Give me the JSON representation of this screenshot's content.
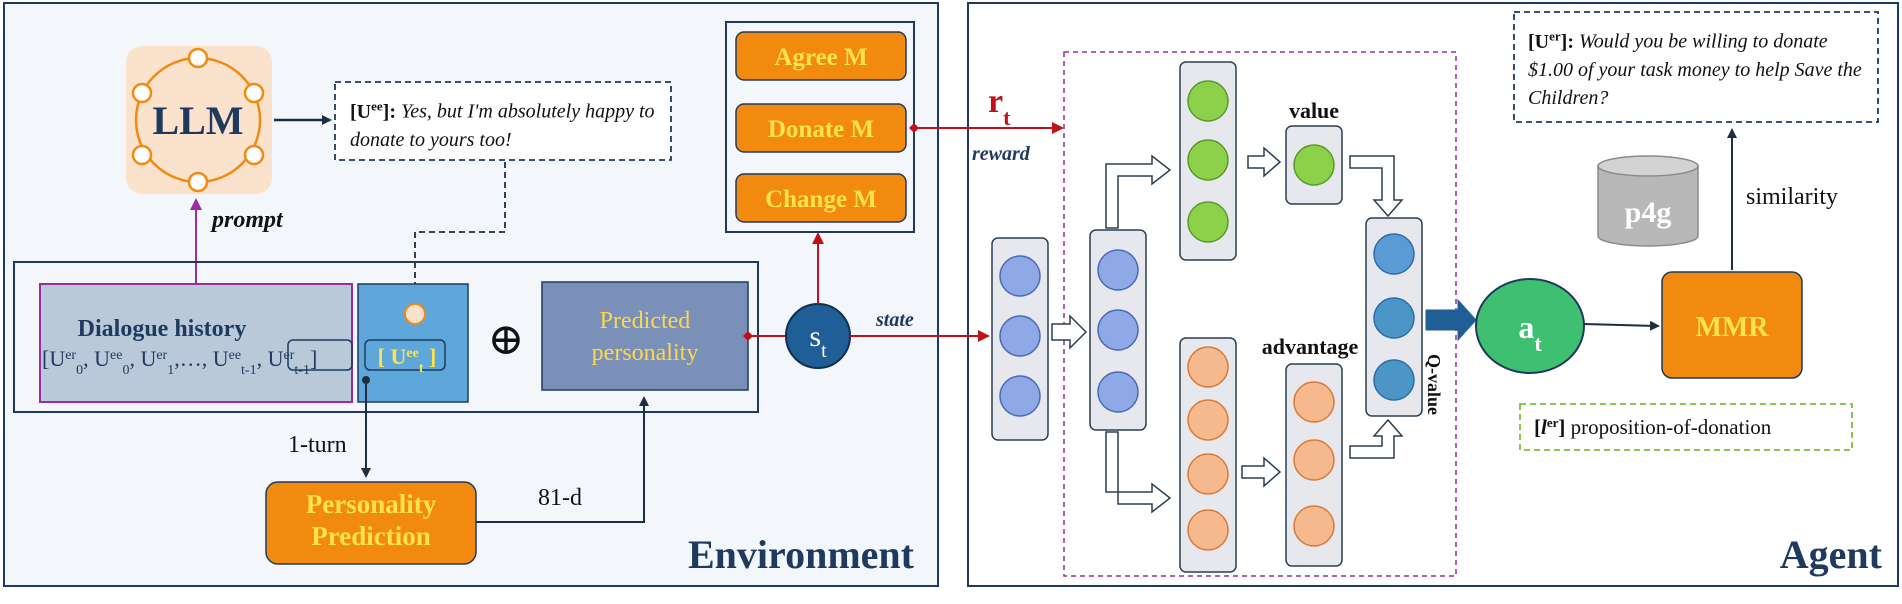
{
  "environment": {
    "title": "Environment",
    "llm": {
      "label": "LLM"
    },
    "prompt_label": "prompt",
    "persuadee_reply": {
      "speaker": "[Uee]:",
      "speaker_base": "U",
      "speaker_sup": "ee",
      "text": "Yes, but I'm absolutely happy to donate to yours too!"
    },
    "dialogue_history": {
      "title": "Dialogue history",
      "sequence": "[Uer0, Uee0, Uer1,…, Ueet-1, Uert-1]"
    },
    "current_utterance": "[ Ueet ]",
    "oplus": "⊕",
    "predicted_personality": "Predicted personality",
    "state_symbol": "st",
    "state_label": "state",
    "one_turn": "1-turn",
    "personality_prediction": "Personality Prediction",
    "dim_label": "81-d",
    "rewards": [
      "Agree M",
      "Donate M",
      "Change M"
    ],
    "reward_symbol": "rt",
    "reward_label": "reward"
  },
  "agent": {
    "title": "Agent",
    "value_label": "value",
    "advantage_label": "advantage",
    "qvalue_label": "Q-value",
    "action_symbol": "at",
    "mmr": "MMR",
    "p4g": "p4g",
    "similarity": "similarity",
    "persuader_utterance": {
      "speaker": "[Uer]:",
      "speaker_base": "U",
      "speaker_sup": "er",
      "text": "Would you be willing to donate $1.00 of your task money to help Save the Children?"
    },
    "strategy": {
      "tag": "[ler]",
      "tag_base": "l",
      "tag_sup": "er",
      "text": "proposition-of-donation"
    }
  },
  "colors": {
    "panel_border": "#1e3a5f",
    "panel_bg": "#f3f6fb",
    "orange": "#f28a0f",
    "yellow_text": "#ffe34a",
    "blue_dark": "#1f5e96",
    "green_action": "#3fbf70",
    "red_arrow": "#c0121b",
    "purple": "#9b2d9b",
    "node_blue": "#8fa9e6",
    "node_green": "#8dd14b",
    "node_orange": "#f6b88d"
  }
}
